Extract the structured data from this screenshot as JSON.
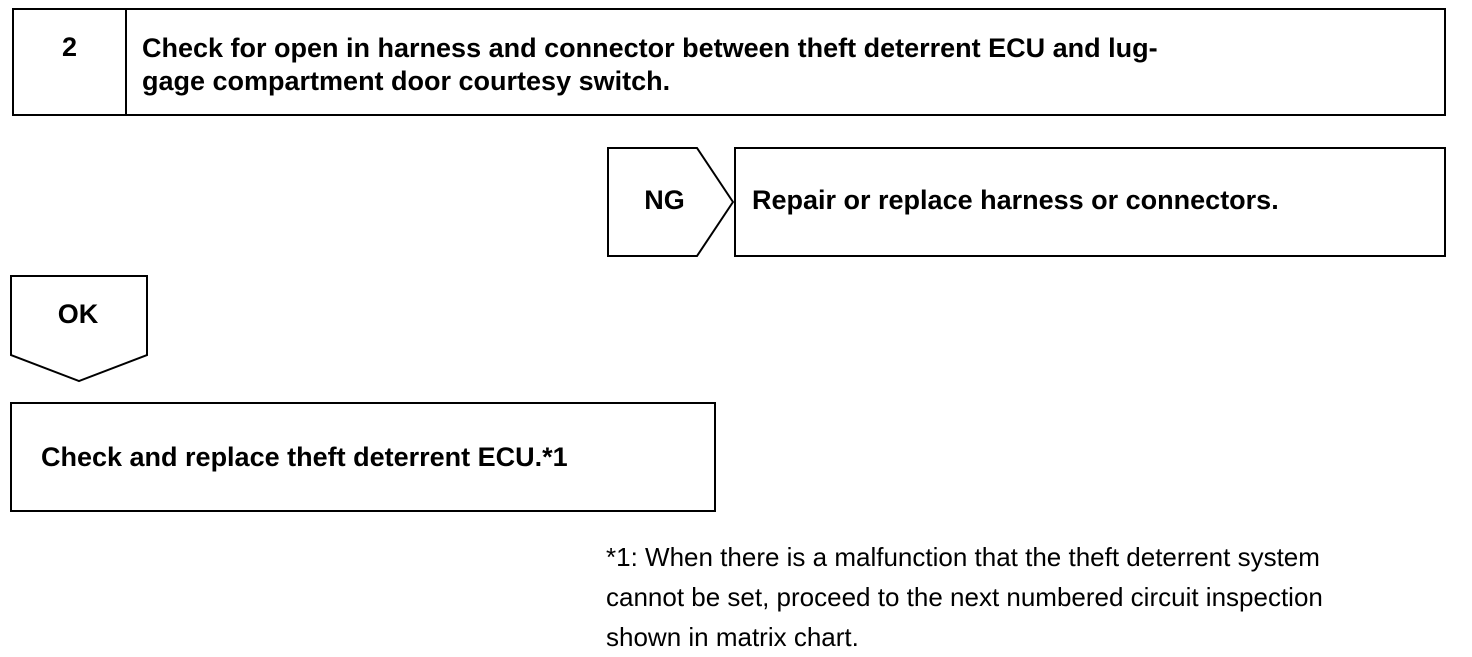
{
  "step": {
    "number": "2",
    "title_line1": "Check for open in harness and connector between theft deterrent ECU and lug-",
    "title_line2": "gage compartment door courtesy switch."
  },
  "ng_branch": {
    "label": "NG",
    "action": "Repair or replace harness or connectors."
  },
  "ok_branch": {
    "label": "OK",
    "action": "Check and replace theft deterrent ECU.*1"
  },
  "footnote": {
    "line1": "*1: When there is a malfunction that the theft deterrent system",
    "line2": "cannot be set, proceed to the next numbered circuit inspection",
    "line3": "shown in matrix chart."
  }
}
